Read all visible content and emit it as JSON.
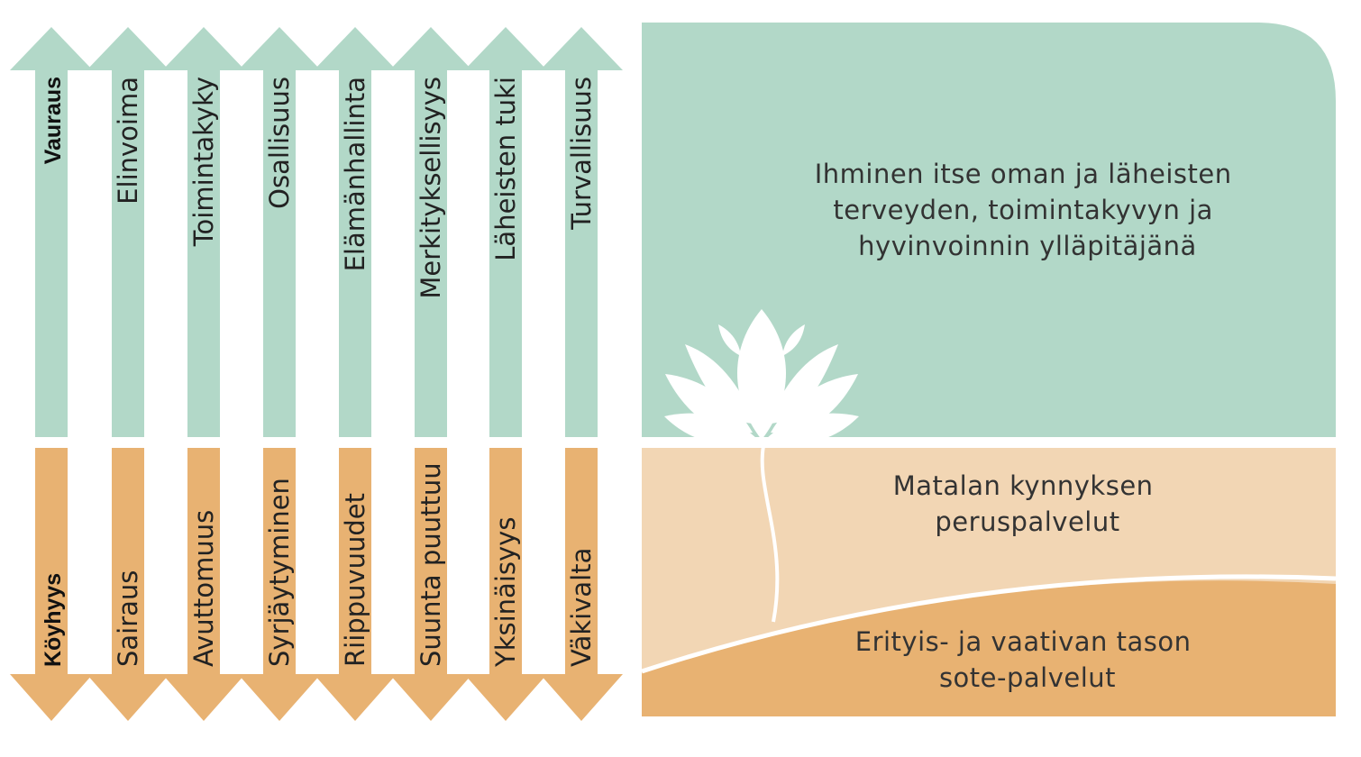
{
  "colors": {
    "green": "#b2d8c8",
    "peach": "#f2d6b4",
    "orange": "#e8b272",
    "white": "#ffffff"
  },
  "arrows": {
    "up": [
      "Vauraus",
      "Elinvoima",
      "Toimintakyky",
      "Osallisuus",
      "Elämänhallinta",
      "Merkityksellisyys",
      "Läheisten tuki",
      "Turvallisuus"
    ],
    "down": [
      "Köyhyys",
      "Sairaus",
      "Avuttomuus",
      "Syrjäytyminen",
      "Riippuvuudet",
      "Suunta puuttuu",
      "Yksinäisyys",
      "Väkivalta"
    ]
  },
  "panel": {
    "top_lines": [
      "Ihminen itse oman ja läheisten",
      "terveyden, toimintakyvyn ja",
      "hyvinvoinnin ylläpitäjänä"
    ],
    "middle_lines": [
      "Matalan kynnyksen",
      "peruspalvelut"
    ],
    "bottom_lines": [
      "Erityis- ja vaativan tason",
      "sote-palvelut"
    ]
  },
  "icons": {
    "lotus": "lotus-flower-icon"
  }
}
